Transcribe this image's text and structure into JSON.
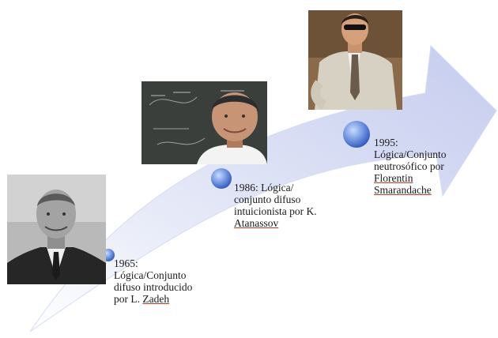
{
  "colors": {
    "arrow_light": "#eef1fb",
    "arrow_dark": "#c2c9ec",
    "dot_light": "#b9d0f5",
    "dot_dark": "#3a63c9",
    "underline": "#c0392b"
  },
  "milestones": [
    {
      "year": "1965:",
      "lines": [
        "Lógica/Conjunto",
        "difuso introducido",
        "por L. "
      ],
      "name": "Zadeh",
      "photo": "portrait-lotfi-zadeh"
    },
    {
      "year": "1986:",
      "lines": [
        "1986: Lógica/",
        "conjunto difuso",
        "intuicionista por K."
      ],
      "name": "Atanassov",
      "photo": "portrait-krassimir-atanassov"
    },
    {
      "year": "1995:",
      "lines": [
        "1995:",
        "Lógica/Conjunto",
        "neutrosófico por"
      ],
      "name_lines": [
        "Florentin",
        "Smarandache"
      ],
      "photo": "portrait-florentin-smarandache"
    }
  ]
}
